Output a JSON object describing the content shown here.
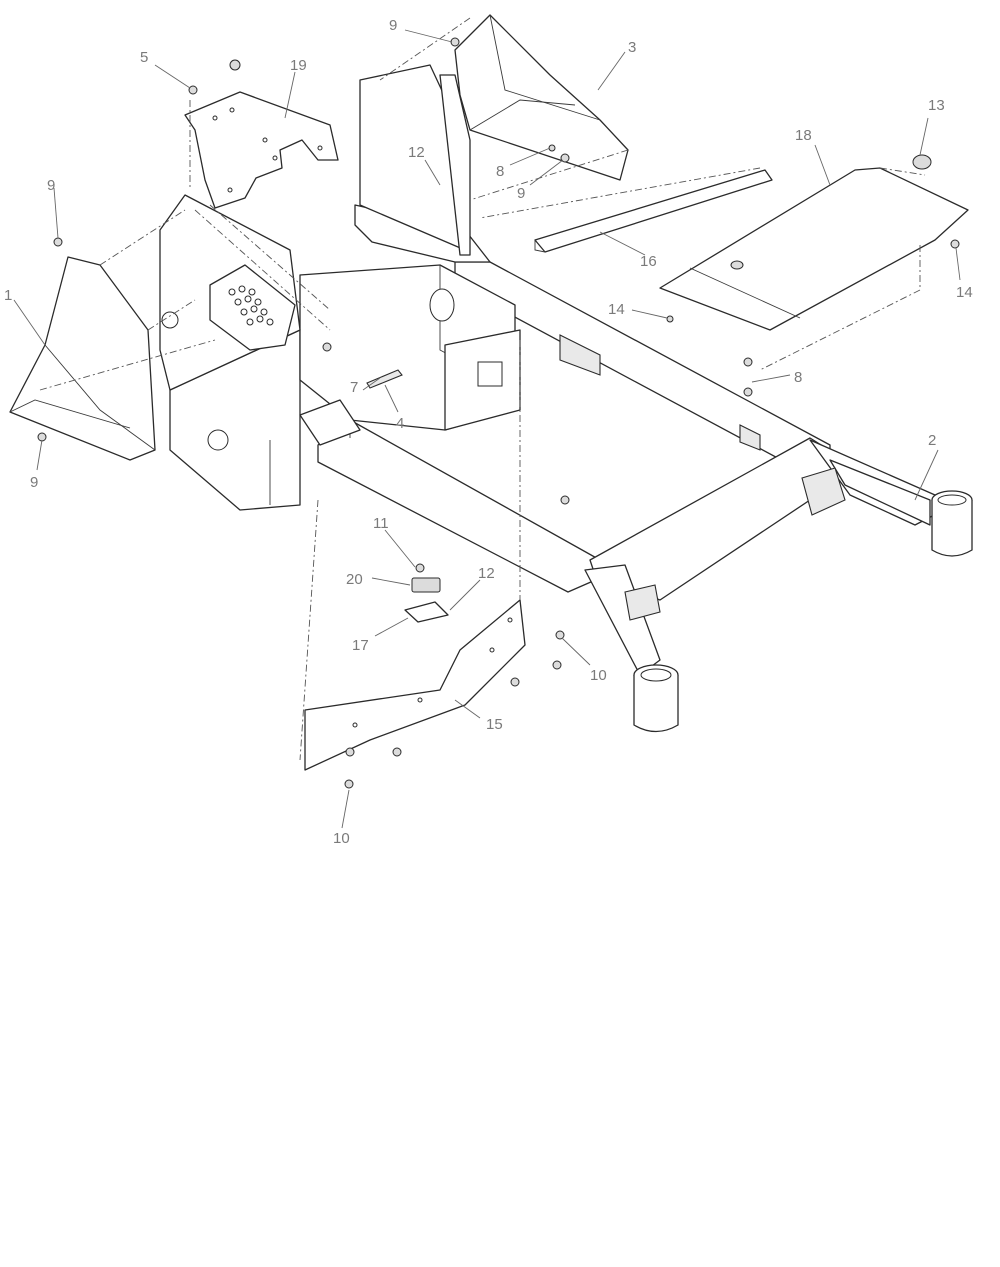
{
  "callouts": [
    {
      "id": "c1",
      "label": "1"
    },
    {
      "id": "c2",
      "label": "2"
    },
    {
      "id": "c3",
      "label": "3"
    },
    {
      "id": "c4",
      "label": "4"
    },
    {
      "id": "c5",
      "label": "5"
    },
    {
      "id": "c7",
      "label": "7"
    },
    {
      "id": "c8a",
      "label": "8"
    },
    {
      "id": "c8b",
      "label": "8"
    },
    {
      "id": "c9a",
      "label": "9"
    },
    {
      "id": "c9b",
      "label": "9"
    },
    {
      "id": "c9c",
      "label": "9"
    },
    {
      "id": "c9d",
      "label": "9"
    },
    {
      "id": "c10a",
      "label": "10"
    },
    {
      "id": "c10b",
      "label": "10"
    },
    {
      "id": "c11",
      "label": "11"
    },
    {
      "id": "c12a",
      "label": "12"
    },
    {
      "id": "c12b",
      "label": "12"
    },
    {
      "id": "c13",
      "label": "13"
    },
    {
      "id": "c14a",
      "label": "14"
    },
    {
      "id": "c14b",
      "label": "14"
    },
    {
      "id": "c15",
      "label": "15"
    },
    {
      "id": "c16",
      "label": "16"
    },
    {
      "id": "c17",
      "label": "17"
    },
    {
      "id": "c18",
      "label": "18"
    },
    {
      "id": "c19",
      "label": "19"
    },
    {
      "id": "c20",
      "label": "20"
    }
  ]
}
